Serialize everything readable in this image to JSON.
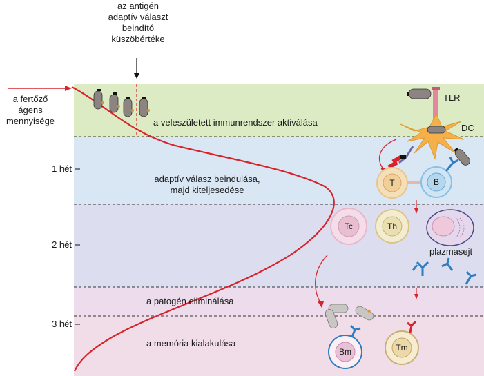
{
  "threshold_label": [
    "az antigén",
    "adaptív választ",
    "beindító",
    "küszöbértéke"
  ],
  "infectious_label": [
    "a fertőző",
    "ágens",
    "mennyisége"
  ],
  "time_labels": [
    "1 hét",
    "2 hét",
    "3 hét"
  ],
  "bands": [
    {
      "text": "a veleszületett immunrendszer aktiválása",
      "color": "#dcebc4"
    },
    {
      "text": "adaptív válasz beindulása,",
      "text2": "majd kiteljesedése",
      "color": "#d9e6f3"
    },
    {
      "text": "",
      "color": "#ddddf0"
    },
    {
      "text": "a patogén eliminálása",
      "color": "#ecdcec"
    },
    {
      "text": "a memória kialakulása",
      "color": "#f0dde8"
    }
  ],
  "labels": {
    "tlr": "TLR",
    "dc": "DC",
    "plasma": "plazmasejt"
  },
  "cells": [
    {
      "name": "T",
      "color": "#f4dfb8",
      "ring": "#e9c58c"
    },
    {
      "name": "B",
      "color": "#cfe5f4",
      "ring": "#8bbfe4"
    },
    {
      "name": "Tc",
      "color": "#e8bfd0",
      "ring": "#e9b7cb"
    },
    {
      "name": "Th",
      "color": "#eadfb0",
      "ring": "#d7c685"
    },
    {
      "name": "Bm",
      "color": "#e8c1d6",
      "ring": "#2f7cc0"
    },
    {
      "name": "Tm",
      "color": "#ecd9a8",
      "ring": "#c9b074"
    }
  ],
  "colors": {
    "curve": "#d9232a",
    "arrow": "#d9232a",
    "antibody": "#2f7cc0"
  }
}
